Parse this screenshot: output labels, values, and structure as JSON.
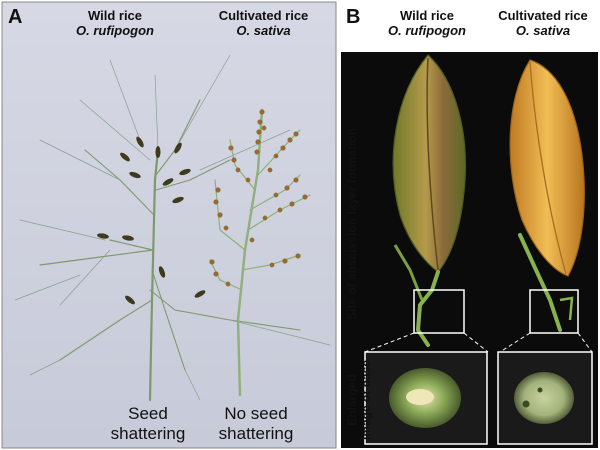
{
  "panel_a": {
    "letter": "A",
    "left_header": {
      "line1": "Wild rice",
      "line2": "O. rufipogon"
    },
    "right_header": {
      "line1": "Cultivated rice",
      "line2": "O. sativa"
    },
    "left_caption": {
      "line1": "Seed",
      "line2": "shattering"
    },
    "right_caption": {
      "line1": "No seed",
      "line2": "shattering"
    }
  },
  "panel_b": {
    "letter": "B",
    "left_header": {
      "line1": "Wild rice",
      "line2": "O. rufipogon"
    },
    "right_header": {
      "line1": "Cultivated rice",
      "line2": "O. sativa"
    },
    "side_label": "Site of abscission layer formation",
    "bottom_label": {
      "line1": "Enlarged",
      "line2": "image of base"
    }
  },
  "colors": {
    "panel_a_background": "#cfd2e0",
    "panel_b_background": "#0b0b0b",
    "wild_grain": "#9a8f3a",
    "cultivated_grain": "#e3a83a",
    "stem": "#8fb07a"
  }
}
